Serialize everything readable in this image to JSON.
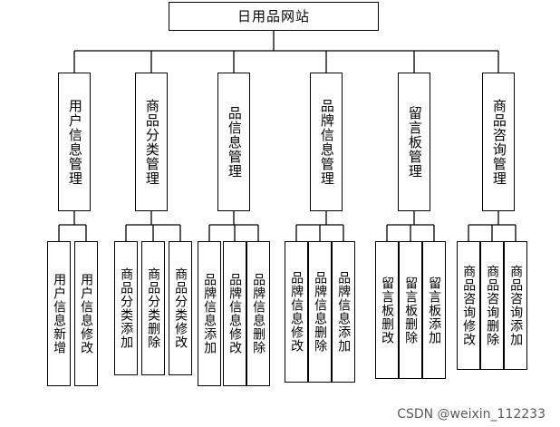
{
  "root": {
    "label": "日用品网站"
  },
  "modules": [
    {
      "label": "用户信息管理",
      "children": [
        "用户信息新增",
        "用户信息修改"
      ]
    },
    {
      "label": "商品分类管理",
      "children": [
        "商品分类添加",
        "商品分类删除",
        "商品分类修改"
      ]
    },
    {
      "label": "品信息管理",
      "children": [
        "品牌信息添加",
        "品牌信息修改",
        "品牌信息删除"
      ]
    },
    {
      "label": "品牌信息管理",
      "children": [
        "品牌信息修改",
        "品牌信息删除",
        "品牌信息添加"
      ]
    },
    {
      "label": "留言板管理",
      "children": [
        "留言板删改",
        "留言板删除",
        "留言板添加"
      ]
    },
    {
      "label": "商品咨询管理",
      "children": [
        "商品咨询修改",
        "商品咨询删除",
        "商品咨询添加"
      ]
    }
  ],
  "watermark": "CSDN @weixin_112233"
}
